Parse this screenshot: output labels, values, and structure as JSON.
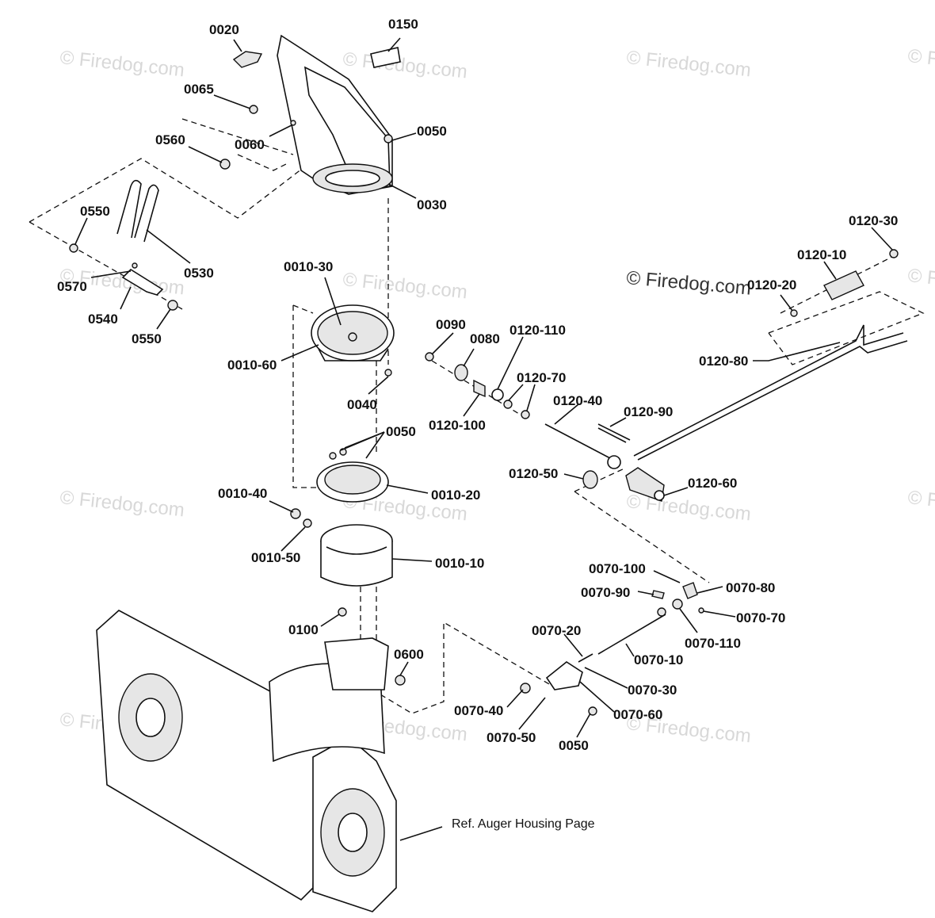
{
  "watermarks": [
    "© Firedog.com",
    "© Firedog.com",
    "© Firedog.com",
    "© Firedog.com",
    "© Firedog.com",
    "© Firedog.com",
    "© Firedog.com",
    "© Firedog.com",
    "© Firedog.com",
    "© Firedog.com",
    "© Firedog.com",
    "© Firedog.com",
    "© Firedog.com",
    "© Firedog.com"
  ],
  "watermark_prominent": "© Firedog.com",
  "reference_note": "Ref. Auger Housing Page",
  "parts": {
    "p0020": "0020",
    "p0150": "0150",
    "p0065": "0065",
    "p0060": "0060",
    "p0050_top": "0050",
    "p0560": "0560",
    "p0030": "0030",
    "p0550_a": "0550",
    "p0530": "0530",
    "p0570": "0570",
    "p0540": "0540",
    "p0550_b": "0550",
    "p0010_30": "0010-30",
    "p0010_60": "0010-60",
    "p0040": "0040",
    "p0050_mid": "0050",
    "p0010_20": "0010-20",
    "p0010_40": "0010-40",
    "p0010_50": "0010-50",
    "p0010_10": "0010-10",
    "p0100": "0100",
    "p0600": "0600",
    "p0090": "0090",
    "p0080": "0080",
    "p0120_110": "0120-110",
    "p0120_70": "0120-70",
    "p0120_100": "0120-100",
    "p0120_40": "0120-40",
    "p0120_90": "0120-90",
    "p0120_50": "0120-50",
    "p0120_60": "0120-60",
    "p0120_30": "0120-30",
    "p0120_10": "0120-10",
    "p0120_20": "0120-20",
    "p0120_80": "0120-80",
    "p0070_100": "0070-100",
    "p0070_90": "0070-90",
    "p0070_80": "0070-80",
    "p0070_70": "0070-70",
    "p0070_110": "0070-110",
    "p0070_20": "0070-20",
    "p0070_10": "0070-10",
    "p0070_30": "0070-30",
    "p0070_40": "0070-40",
    "p0070_60": "0070-60",
    "p0070_50": "0070-50",
    "p0050_bottom": "0050"
  }
}
